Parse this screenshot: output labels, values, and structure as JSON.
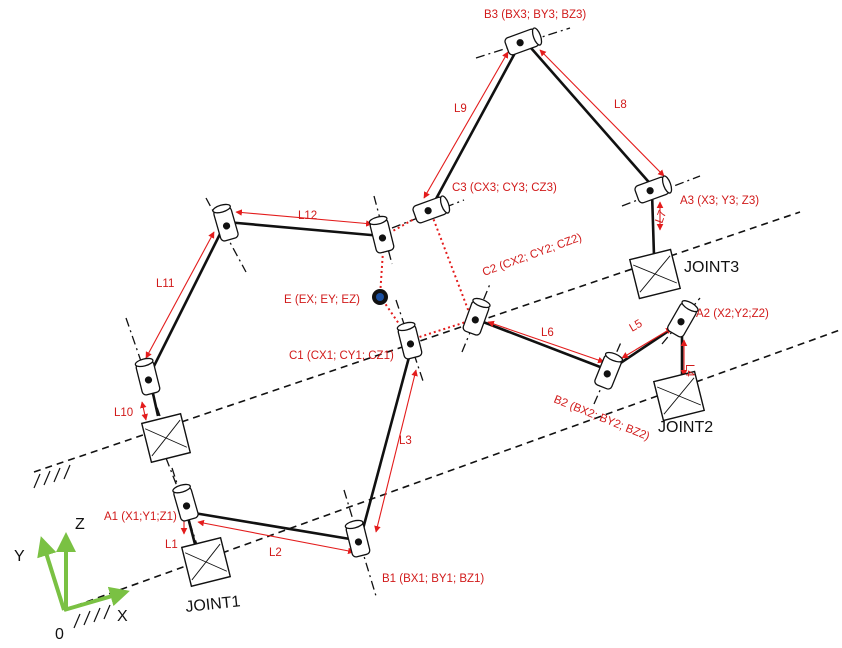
{
  "diagram": {
    "points": {
      "A1": "A1 (X1;Y1;Z1)",
      "B1": "B1 (BX1; BY1; BZ1)",
      "C1": "C1 (CX1; CY1; CZ1)",
      "A2": "A2 (X2;Y2;Z2)",
      "B2": "B2 (BX2; BY2; BZ2)",
      "C2": "C2 (CX2; CY2; CZ2)",
      "A3": "A3 (X3; Y3; Z3)",
      "B3": "B3 (BX3; BY3; BZ3)",
      "C3": "C3 (CX3; CY3; CZ3)",
      "E": "E (EX; EY; EZ)"
    },
    "lengths": [
      "L1",
      "L2",
      "L3",
      "L4",
      "L5",
      "L6",
      "L7",
      "L8",
      "L9",
      "L10",
      "L11",
      "L12"
    ],
    "joints": {
      "joint1": "JOINT1",
      "joint2": "JOINT2",
      "joint3": "JOINT3"
    },
    "axes": {
      "x": "X",
      "y": "Y",
      "z": "Z",
      "origin": "0"
    },
    "colors": {
      "annotation": "#d11a1a",
      "axis_arrow": "#7ac143",
      "end_effector": "#1a4fa0"
    }
  }
}
